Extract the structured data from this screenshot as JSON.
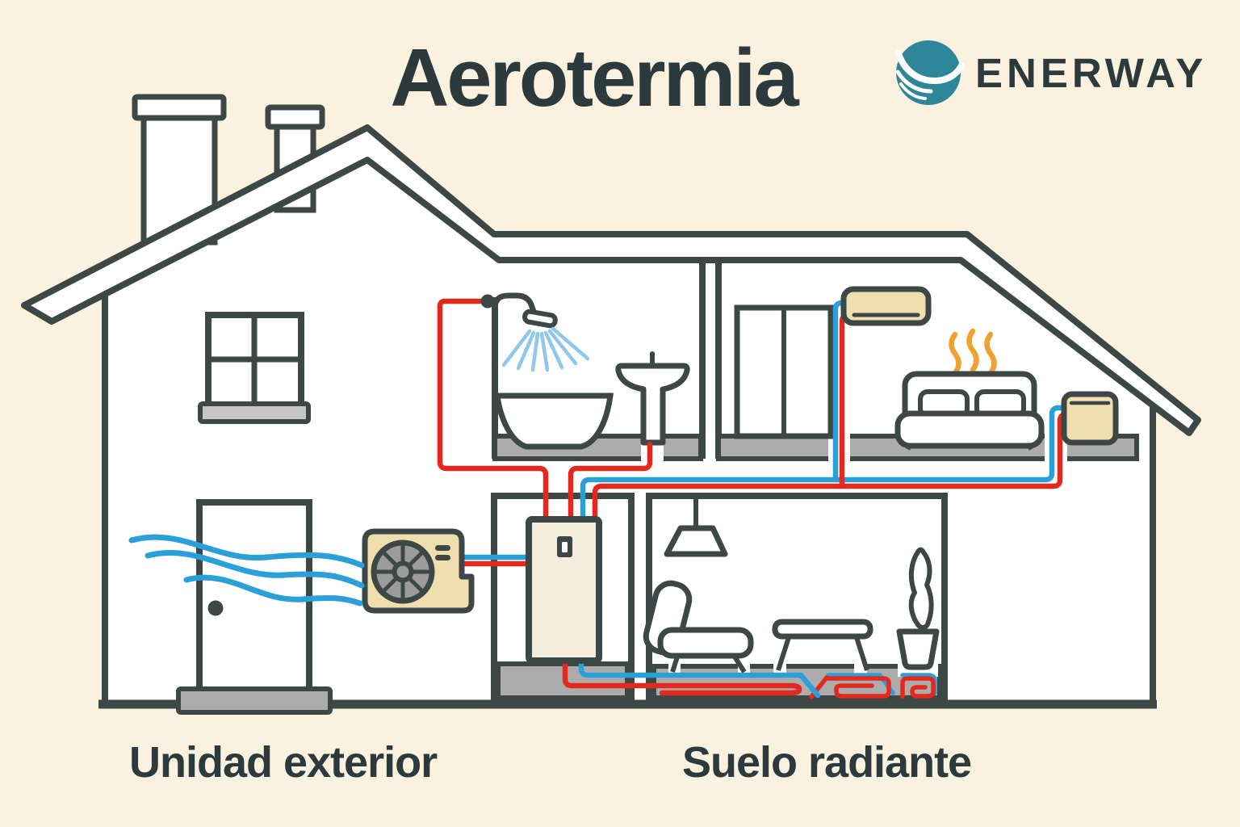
{
  "title": "Aerotermia",
  "brand": {
    "name": "ENERWAY",
    "logo_icon": "wave-sphere-icon"
  },
  "labels": {
    "exterior_unit": "Unidad exterior",
    "radiant_floor": "Suelo radiante"
  },
  "icons": {
    "logo": "wave-sphere-icon",
    "outdoor_unit": "heat-pump-fan-icon",
    "indoor_unit": "boiler-tank-icon",
    "air_flow": "air-waves-icon",
    "heat": "heat-waves-icon"
  },
  "colors": {
    "background": "#FAF1DF",
    "ink": "#3C4746",
    "text": "#2C393D",
    "red": "#E3291E",
    "blue": "#2B9FD8",
    "spray-blue": "#8FC8EA",
    "cream-equipment": "#EFDFAF",
    "cream-boiler": "#F4EDDC",
    "floor-gray": "#ACACAC",
    "sill-gray": "#C6C6C6",
    "fan-gray": "#9C9C9C",
    "orange": "#F0A132",
    "teal": "#2E8799"
  }
}
